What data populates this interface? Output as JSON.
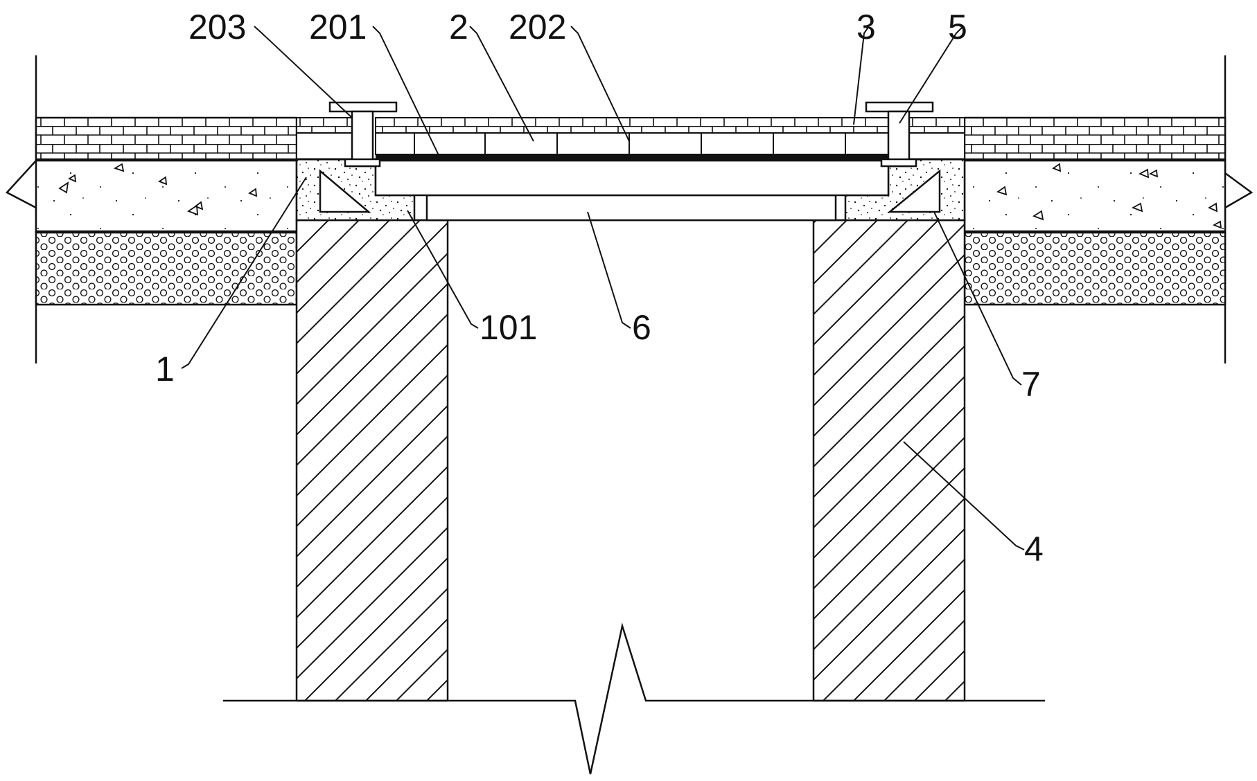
{
  "labels": {
    "l203": "203",
    "l201": "201",
    "l2": "2",
    "l202": "202",
    "l3": "3",
    "l5": "5",
    "l1": "1",
    "l101": "101",
    "l6": "6",
    "l7": "7",
    "l4": "4"
  },
  "colors": {
    "line": "#111111",
    "background": "#ffffff"
  }
}
